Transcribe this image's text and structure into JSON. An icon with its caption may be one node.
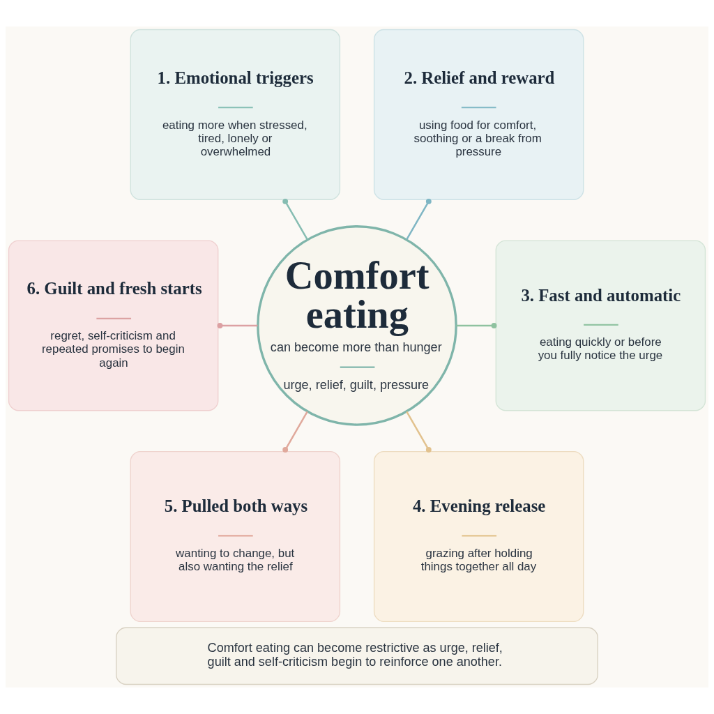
{
  "diagram": {
    "nodes": [
      {
        "text": [
          "Comfort eating",
          "can become more than hunger",
          "urge, relief, guilt, pressure"
        ]
      },
      {
        "text": [
          "1. Emotional triggers",
          "eating more when stressed, tired, lonely or overwhelmed"
        ]
      },
      {
        "text": [
          "2. Relief and reward",
          "using food for comfort, soothing or a break from pressure"
        ]
      },
      {
        "text": [
          "3. Fast and automatic",
          "eating quickly or before you fully notice the urge"
        ]
      },
      {
        "text": [
          "4. Evening release",
          "grazing after holding things together all day"
        ]
      },
      {
        "text": [
          "5. Pulled both ways",
          "wanting to change, but also wanting the relief"
        ]
      },
      {
        "text": [
          "6. Guilt and fresh starts",
          "regret, self-criticism and repeated promises to begin again"
        ]
      },
      {
        "text": [
          "Comfort eating can become restrictive as urge, relief, guilt and self-criticism begin to reinforce one another."
        ]
      }
    ],
    "edges": [
      {
        "from": 0,
        "to": 1,
        "arrow": "other",
        "color": "#86bdb2"
      },
      {
        "from": 0,
        "to": 2,
        "arrow": "other",
        "color": "#7fb6c4"
      },
      {
        "from": 0,
        "to": 3,
        "arrow": "other",
        "color": "#8fc2a0"
      },
      {
        "from": 0,
        "to": 4,
        "arrow": "other",
        "color": "#e2c28e"
      },
      {
        "from": 0,
        "to": 5,
        "arrow": "other",
        "color": "#e0a99c"
      },
      {
        "from": 0,
        "to": 6,
        "arrow": "other",
        "color": "#dca1a3"
      }
    ]
  }
}
